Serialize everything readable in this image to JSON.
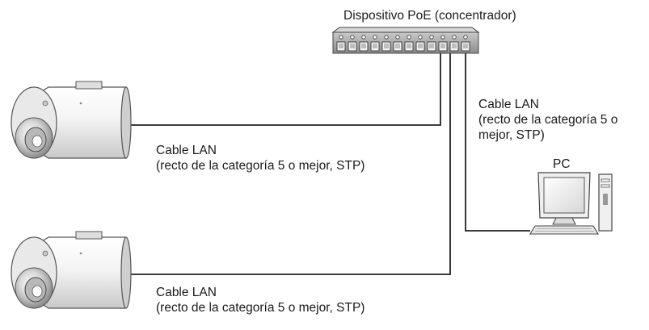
{
  "hub": {
    "label": "Dispositivo PoE (concentrador)",
    "port_count": 12
  },
  "cables": {
    "camera1": {
      "line1": "Cable LAN",
      "line2": "(recto de la categoría 5 o mejor, STP)"
    },
    "camera2": {
      "line1": "Cable LAN",
      "line2": "(recto de la categoría 5 o mejor, STP)"
    },
    "pc": {
      "line1": "Cable LAN",
      "line2": "(recto de la categoría 5 o",
      "line3": "mejor, STP)"
    }
  },
  "pc": {
    "label": "PC"
  },
  "colors": {
    "line": "#222222",
    "hub_fill": "#a8a8a8",
    "device_fill": "#f2f2f2"
  }
}
